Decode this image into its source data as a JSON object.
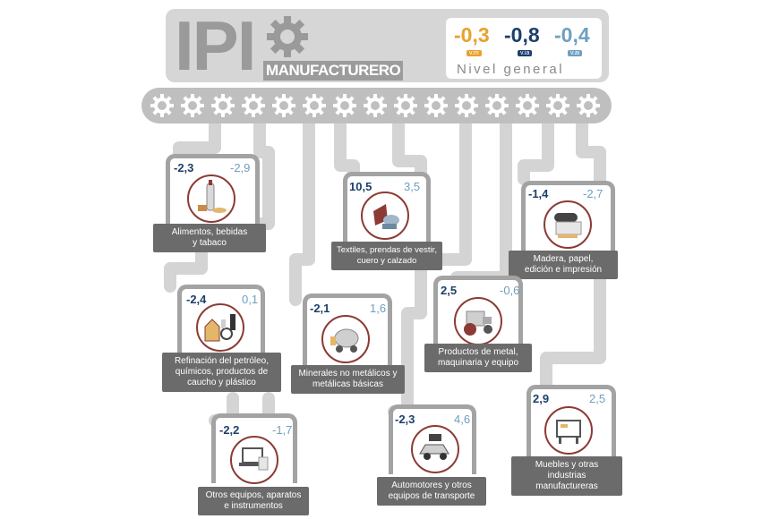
{
  "header": {
    "title": "IPI",
    "subtitle": "MANUFACTURERO",
    "values": [
      {
        "value": "-0,3",
        "label": "v.m",
        "color": "#e8a12b"
      },
      {
        "value": "-0,8",
        "label": "v.ia",
        "color": "#1c3f6b"
      },
      {
        "value": "-0,4",
        "label": "v.ai",
        "color": "#6f9fc0"
      }
    ],
    "nivel": "Nivel general"
  },
  "sectors": [
    {
      "v1": "-2,3",
      "v2": "-2,9",
      "label": "Alimentos, bebidas\ny tabaco",
      "icon": "bottle-icon"
    },
    {
      "v1": "10,5",
      "v2": "3,5",
      "label": "Textiles, prendas de vestir,\ncuero y calzado",
      "icon": "textile-icon"
    },
    {
      "v1": "-1,4",
      "v2": "-2,7",
      "label": "Madera, papel,\nedición e impresión",
      "icon": "paper-roll-icon"
    },
    {
      "v1": "-2,4",
      "v2": "0,1",
      "label": "Refinación del petróleo,\nquímicos, productos de\ncaucho y plástico",
      "icon": "chemicals-icon"
    },
    {
      "v1": "-2,1",
      "v2": "1,6",
      "label": "Minerales no metálicos y\nmetálicas básicas",
      "icon": "cement-mixer-icon"
    },
    {
      "v1": "2,5",
      "v2": "-0,6",
      "label": "Productos de metal,\nmaquinaria y equipo",
      "icon": "tractor-icon"
    },
    {
      "v1": "-2,2",
      "v2": "-1,7",
      "label": "Otros equipos, aparatos\ne instrumentos",
      "icon": "laptop-icon"
    },
    {
      "v1": "-2,3",
      "v2": "4,6",
      "label": "Automotores y otros\nequipos de transporte",
      "icon": "car-icon"
    },
    {
      "v1": "2,9",
      "v2": "2,5",
      "label": "Muebles y otras industrias\nmanufactureras",
      "icon": "furniture-icon"
    }
  ]
}
